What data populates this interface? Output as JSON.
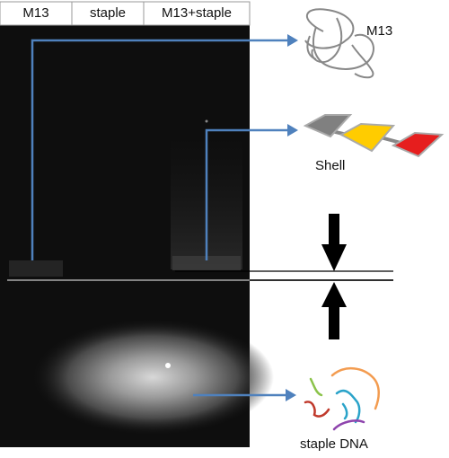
{
  "lanes": [
    "M13",
    "staple",
    "M13+staple"
  ],
  "labels": {
    "m13": "M13",
    "shell": "Shell",
    "staple_dna": "staple DNA"
  },
  "colors": {
    "arrow": "#4f81bd",
    "gel": "#0e0e0e",
    "shell_tiles": [
      "#808080",
      "#ffcc00",
      "#e61e1e"
    ],
    "staple_strands": [
      "#8bc34a",
      "#f39c50",
      "#2aa3c9",
      "#c0392b",
      "#8e44ad"
    ]
  },
  "icons": [
    "m13-loop-icon",
    "shell-tiles-icon",
    "staple-strands-icon",
    "down-arrow-icon",
    "up-arrow-icon"
  ]
}
